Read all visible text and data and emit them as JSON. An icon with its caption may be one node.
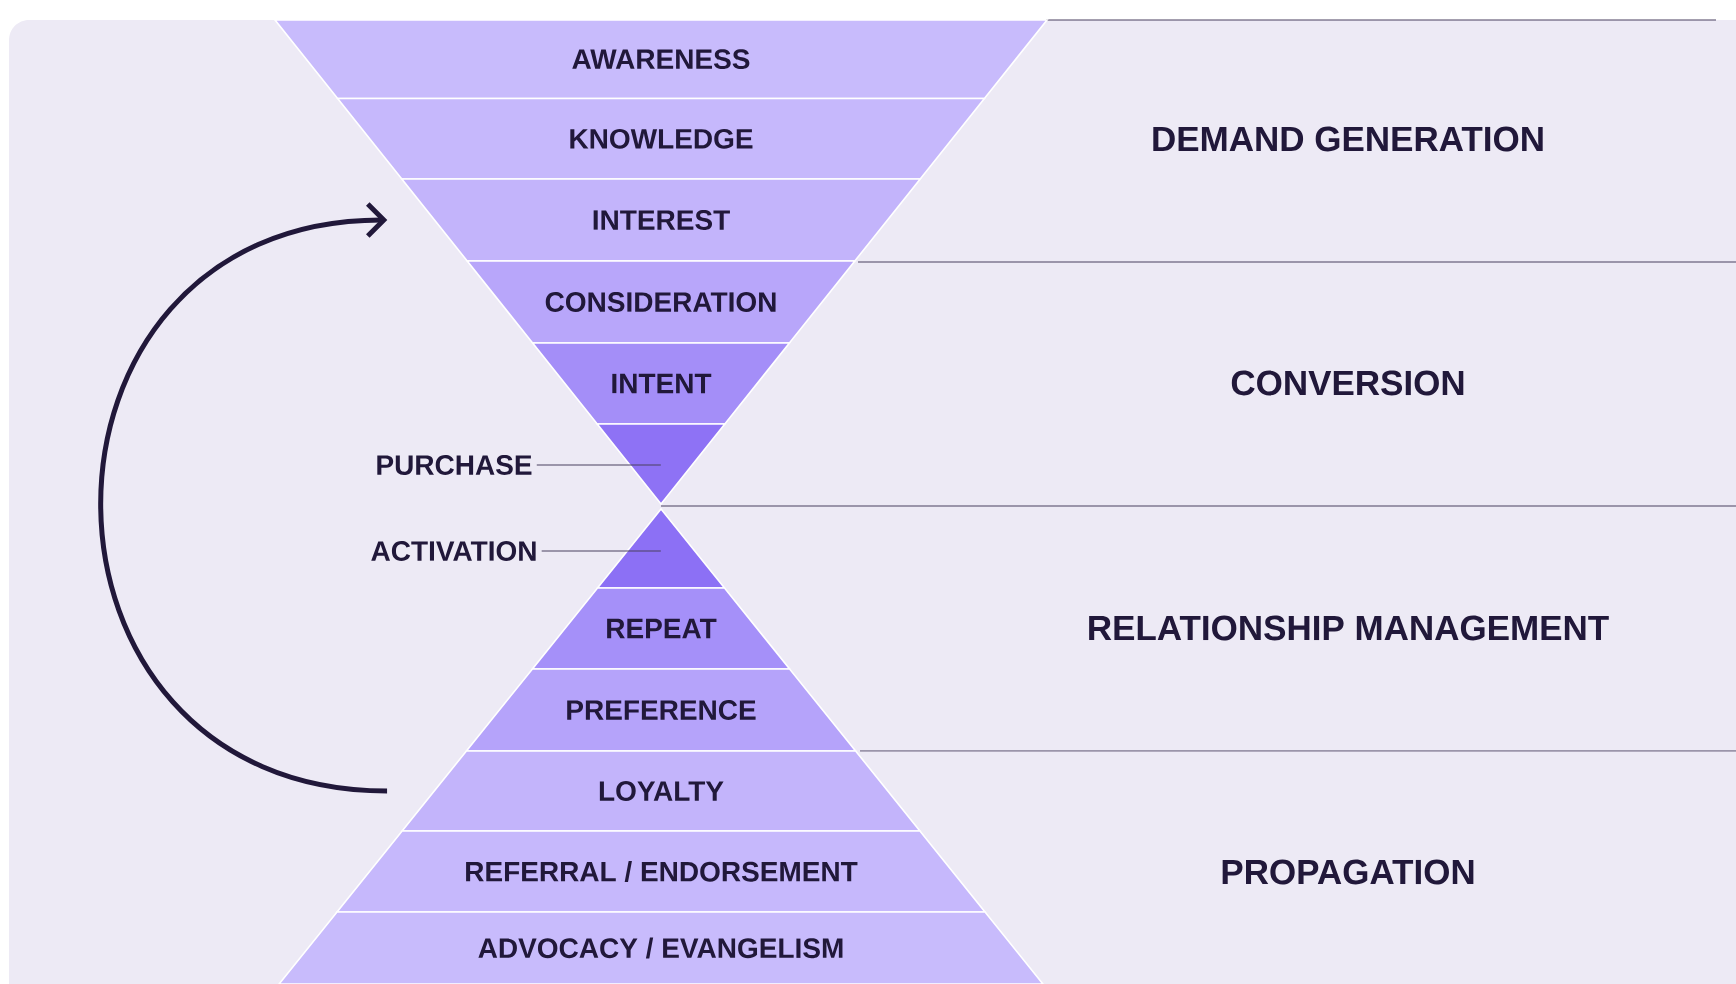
{
  "diagram": {
    "nodes": [
      {
        "text": [
          "AWARENESS"
        ]
      },
      {
        "text": [
          "KNOWLEDGE"
        ]
      },
      {
        "text": [
          "INTEREST"
        ]
      },
      {
        "text": [
          "CONSIDERATION"
        ]
      },
      {
        "text": [
          "INTENT"
        ]
      },
      {
        "text": [
          "PURCHASE"
        ]
      },
      {
        "text": [],
        "shape": "triangle"
      },
      {
        "text": [
          "ACTIVATION"
        ]
      },
      {
        "text": [],
        "shape": "triangle"
      },
      {
        "text": [
          "REPEAT"
        ]
      },
      {
        "text": [
          "PREFERENCE"
        ]
      },
      {
        "text": [
          "LOYALTY"
        ]
      },
      {
        "text": [
          "REFERRAL / ENDORSEMENT"
        ]
      },
      {
        "text": [
          "ADVOCACY / EVANGELISM"
        ]
      }
    ],
    "edges": [
      {
        "from": 11,
        "to": 2,
        "arrow": "to",
        "style": "thick"
      },
      {
        "from": 5,
        "to": 6,
        "arrow": "none"
      },
      {
        "from": 7,
        "to": 8,
        "arrow": "none"
      }
    ],
    "labels": [
      "DEMAND GENERATION",
      "CONVERSION",
      "RELATIONSHIP MANAGEMENT",
      "PROPAGATION"
    ]
  }
}
